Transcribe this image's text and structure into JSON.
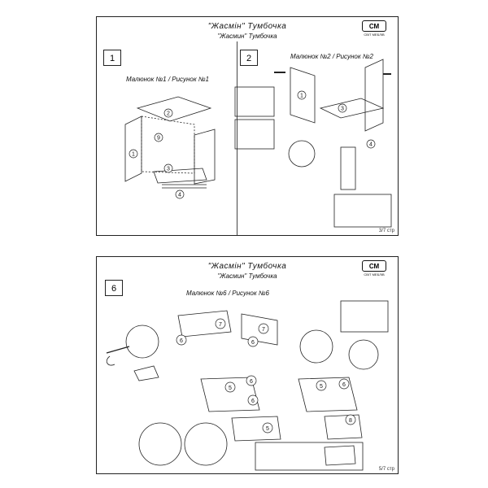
{
  "sheet1": {
    "title": "\"Жасмін\" Тумбочка",
    "subtitle": "\"Жасмин\" Тумбочка",
    "logo_mark": "СМ",
    "logo_text": "СВІТ МЕБЛІВ",
    "step_a": {
      "number": "1",
      "caption": "Малюнок №1 / Рисунок №1"
    },
    "step_b": {
      "number": "2",
      "caption": "Малюнок №2 / Рисунок №2"
    },
    "page": "3/7 стр",
    "parts_a": [
      "2",
      "9",
      "1",
      "3",
      "4"
    ],
    "parts_b": [
      "1",
      "3",
      "4"
    ]
  },
  "sheet2": {
    "title": "\"Жасмін\" Тумбочка",
    "subtitle": "\"Жасмин\" Тумбочка",
    "logo_mark": "СМ",
    "logo_text": "СВІТ МЕБЛІВ",
    "step": {
      "number": "6",
      "caption": "Малюнок №6 / Рисунок №6"
    },
    "page": "5/7 стр",
    "parts": [
      "7",
      "6",
      "7",
      "6",
      "5",
      "6",
      "6",
      "5",
      "6",
      "8",
      "5"
    ]
  }
}
